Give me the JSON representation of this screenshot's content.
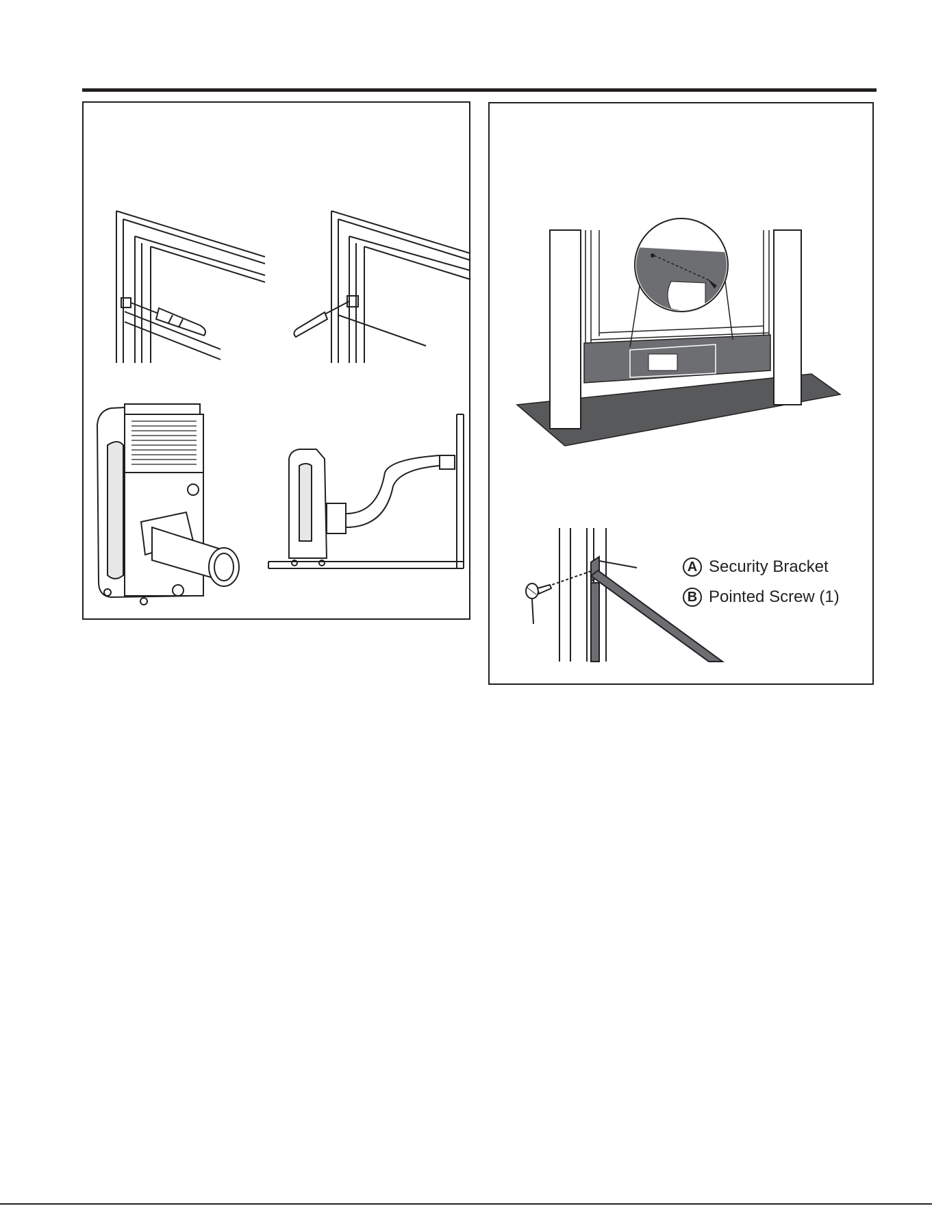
{
  "legend": {
    "items": [
      {
        "badge": "A",
        "label": "Security Bracket"
      },
      {
        "badge": "B",
        "label": "Pointed Screw (1)"
      }
    ]
  },
  "colors": {
    "ink": "#231f20",
    "panel_fill": "#6d6e71",
    "floor_fill": "#58595b"
  },
  "illustrations": {
    "left": [
      "window-screw-removal-left",
      "window-screw-removal-right",
      "ac-unit-rear-with-hose",
      "ac-unit-side-connected-to-window"
    ],
    "right": [
      "window-kit-installed-with-detail-zoom",
      "security-bracket-with-pointed-screw"
    ]
  }
}
